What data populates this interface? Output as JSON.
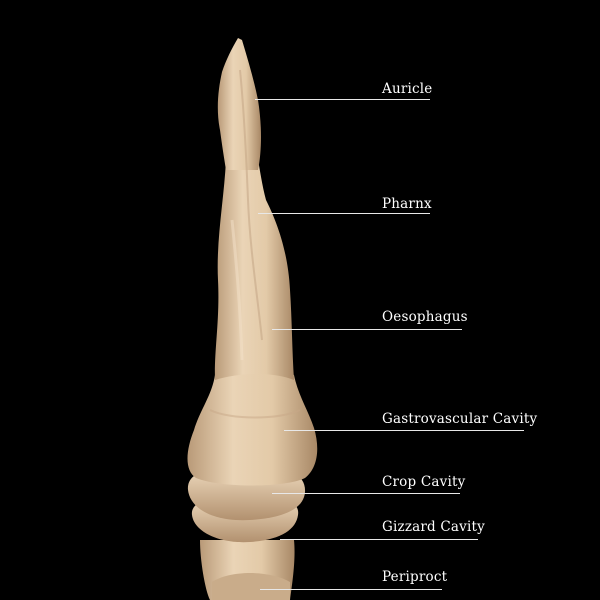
{
  "labels": {
    "auricle": "Auricle",
    "pharnx": "Pharnx",
    "oesophagus": "Oesophagus",
    "gastrovascular_cavity": "Gastrovascular Cavity",
    "crop_cavity": "Crop Cavity",
    "gizzard_cavity": "Gizzard Cavity",
    "periproct": "Periproct"
  },
  "colors": {
    "background": "#000000",
    "specimen": "#e7cfb0",
    "specimen_shadow": "#b99a78",
    "label_text": "#ffffff",
    "leader_line": "#e8e8e8"
  }
}
